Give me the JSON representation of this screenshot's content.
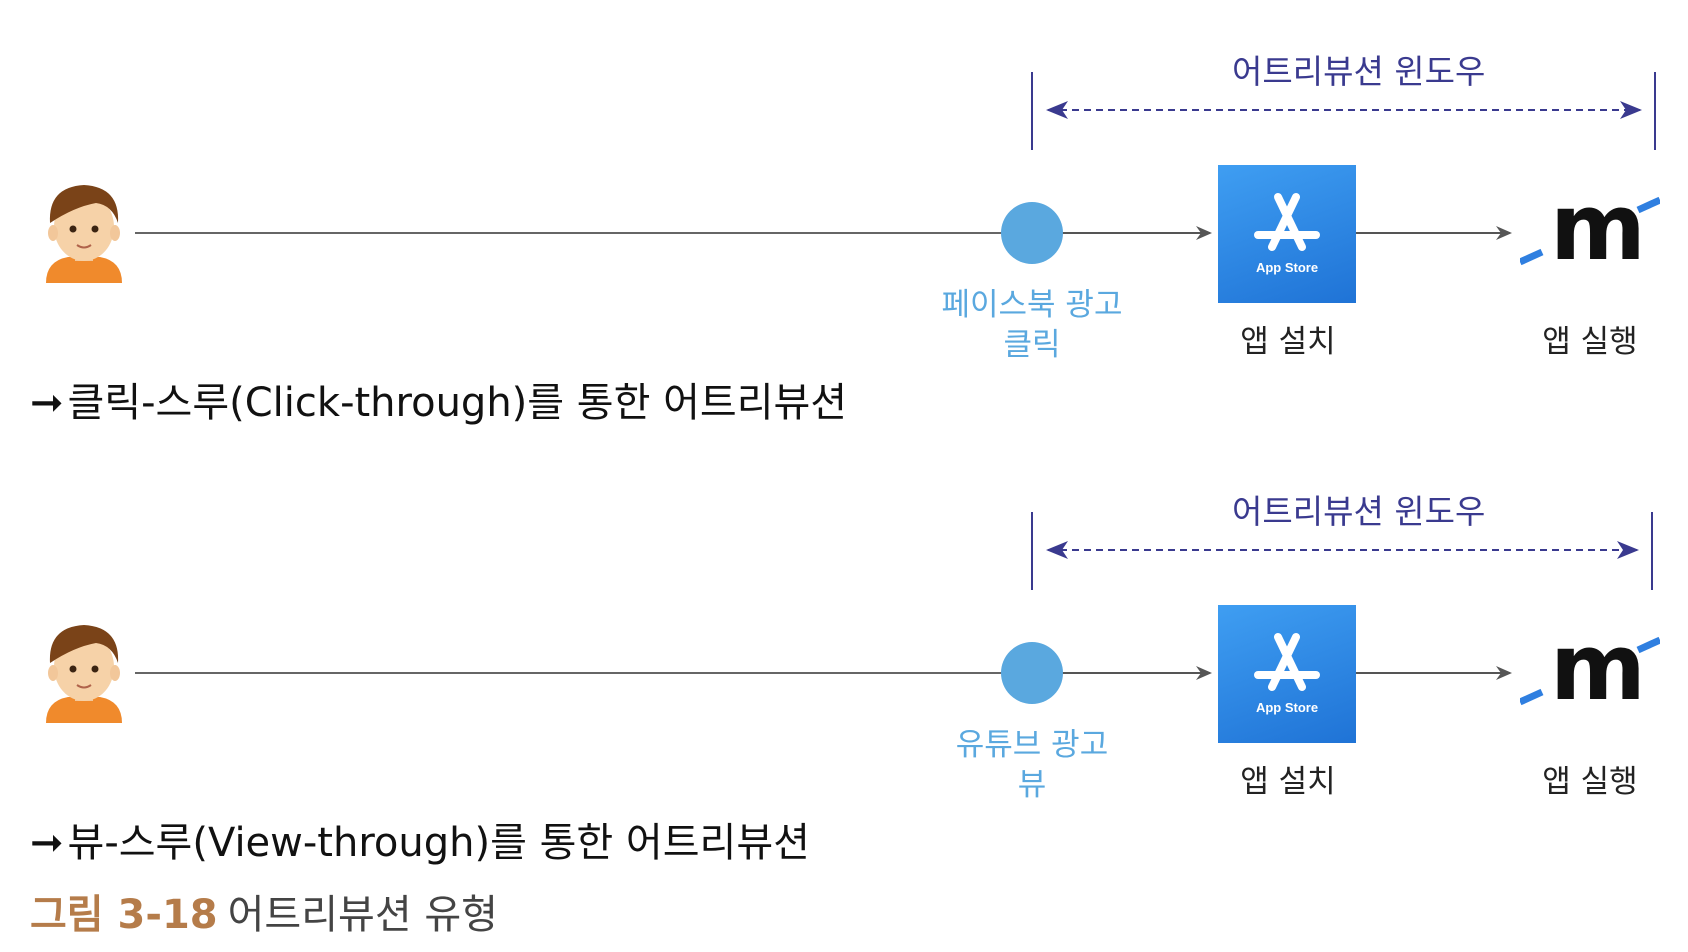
{
  "panels": [
    {
      "window_label": "어트리뷰션 윈도우",
      "ad_label_line1": "페이스북 광고",
      "ad_label_line2": "클릭",
      "install_label": "앱 설치",
      "launch_label": "앱 실행",
      "appstore_text": "App Store",
      "logo_letter": "m",
      "heading_arrow": "➞",
      "heading": "클릭-스루(Click-through)를 통한 어트리뷰션"
    },
    {
      "window_label": "어트리뷰션 윈도우",
      "ad_label_line1": "유튜브 광고",
      "ad_label_line2": "뷰",
      "install_label": "앱 설치",
      "launch_label": "앱 실행",
      "appstore_text": "App Store",
      "logo_letter": "m",
      "heading_arrow": "➞",
      "heading": "뷰-스루(View-through)를 통한 어트리뷰션"
    }
  ],
  "caption": {
    "figure": "그림 3-18",
    "text": "어트리뷰션 유형"
  },
  "colors": {
    "window_line": "#3a3a8f",
    "ad_dot": "#5aa8df",
    "flow_line": "#666666",
    "caption_figure": "#b57c4a"
  }
}
